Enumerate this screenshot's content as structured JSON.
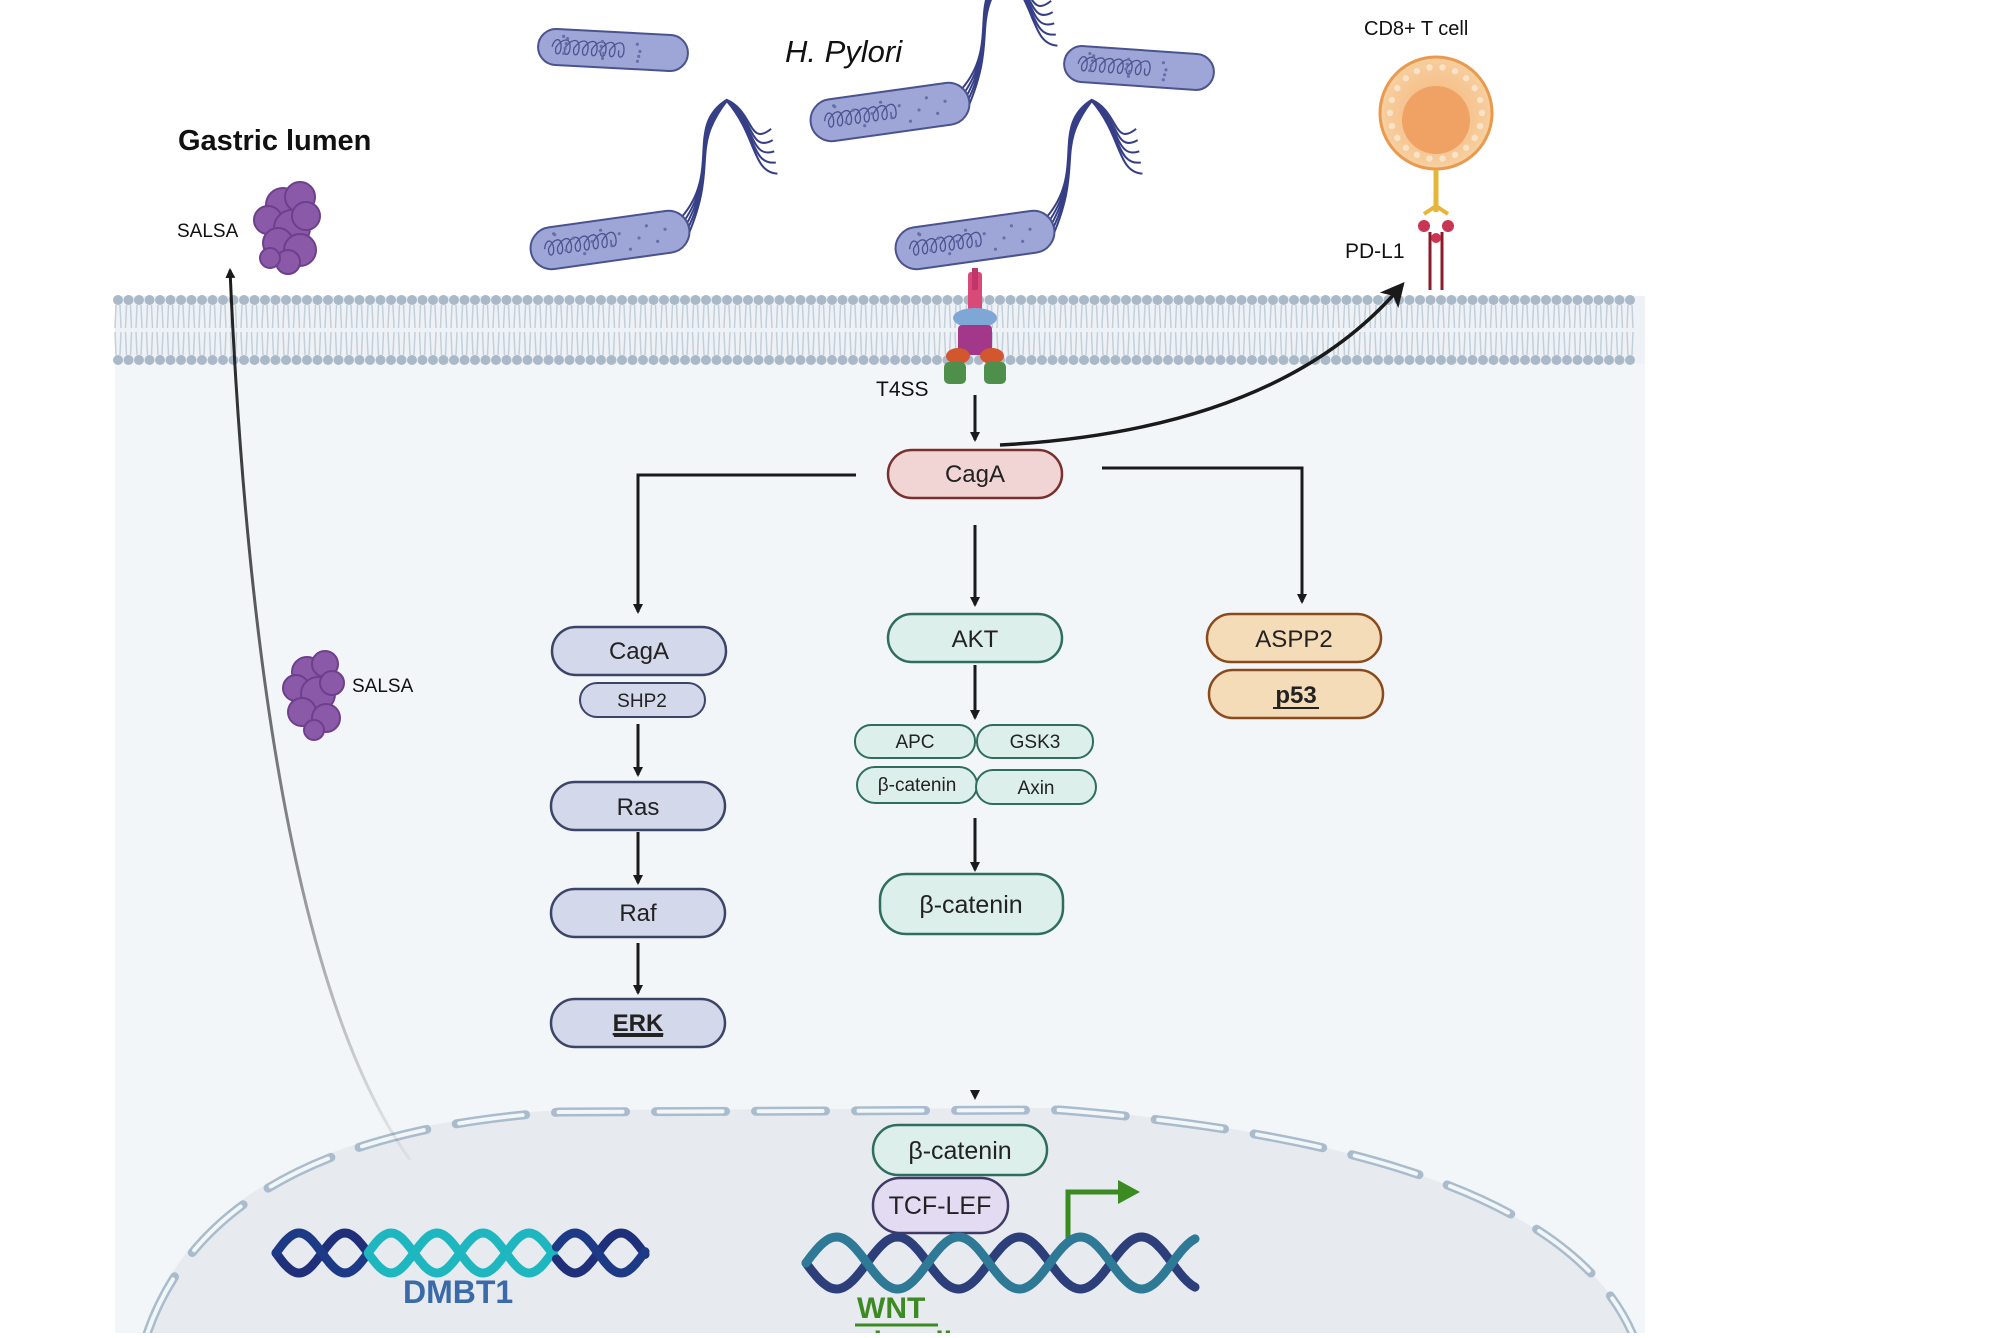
{
  "labels": {
    "gastric_lumen": "Gastric lumen",
    "h_pylori": "H. Pylori",
    "salsa_top": "SALSA",
    "salsa_mid": "SALSA",
    "cd8": "CD8+ T cell",
    "pdl1": "PD-L1",
    "t4ss": "T4SS",
    "dmbt1": "DMBT1",
    "wnt": "WNT",
    "wnt_cut": "signaling"
  },
  "nodes": {
    "caga_main": "CagA",
    "caga_left": "CagA",
    "shp2": "SHP2",
    "ras": "Ras",
    "raf": "Raf",
    "erk": "ERK",
    "akt": "AKT",
    "apc": "APC",
    "gsk3": "GSK3",
    "bcat_complex": "β-catenin",
    "axin": "Axin",
    "bcat_free": "β-catenin",
    "aspp2": "ASPP2",
    "p53": "p53",
    "bcat_nuc": "β-catenin",
    "tcf_lef": "TCF-LEF"
  },
  "colors": {
    "blue_pill_fill": "#d3d8ea",
    "blue_pill_stroke": "#3c4468",
    "green_pill_fill": "#dcefeb",
    "green_pill_stroke": "#2f6e5e",
    "orange_pill_fill": "#f5dcb8",
    "orange_pill_stroke": "#8a4a1c",
    "pink_pill_fill": "#f1d5d5",
    "pink_pill_stroke": "#7a2e2e",
    "purple_pill_fill": "#e2dbf1",
    "purple_pill_stroke": "#3f3a66",
    "membrane": "#a9b9c7",
    "cytoplasm": "#f3f6f9",
    "nucleus": "#e6ebf0",
    "bacteria": "#9ea6d8",
    "wnt_green": "#3b8a22",
    "dmbt1_blue": "#3a6aa8"
  },
  "icons": {
    "bacterium": "bacterium-icon",
    "salsa_protein": "protein-icon",
    "t_cell": "t-cell-icon",
    "receptor": "receptor-icon",
    "dna": "dna-helix-icon",
    "transcription_arrow": "transcription-arrow-icon"
  }
}
